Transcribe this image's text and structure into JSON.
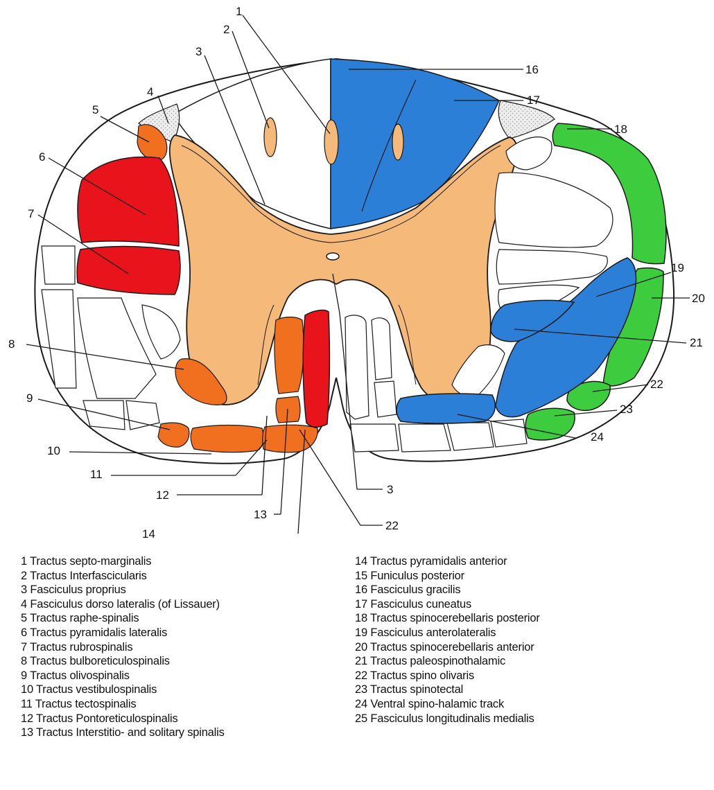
{
  "colors": {
    "gray_matter": "#F5B97A",
    "posterior_column": "#2B7FD6",
    "red_tract": "#E8131B",
    "orange_tract": "#F07020",
    "green_tract": "#3DCC3D",
    "outline": "#1a1a1a"
  },
  "callouts": [
    "1",
    "2",
    "3",
    "4",
    "5",
    "6",
    "7",
    "8",
    "9",
    "10",
    "11",
    "12",
    "13",
    "14",
    "16",
    "17",
    "18",
    "19",
    "20",
    "21",
    "22",
    "23",
    "24",
    "3",
    "22"
  ],
  "legend": {
    "left": [
      "1 Tractus septo-marginalis",
      "2 Tractus Interfascicularis",
      "3 Fasciculus proprius",
      "4 Fasciculus dorso lateralis (of Lissauer)",
      "5 Tractus raphe-spinalis",
      "6 Tractus pyramidalis lateralis",
      "7 Tractus rubrospinalis",
      "8 Tractus bulboreticulospinalis",
      "9 Tractus olivospinalis",
      "10 Tractus vestibulospinalis",
      "11 Tractus tectospinalis",
      "12 Tractus Pontoreticulospinalis",
      "13 Tractus Interstitio- and solitary spinalis"
    ],
    "right": [
      "14 Tractus pyramidalis anterior",
      "15 Funiculus posterior",
      "16 Fasciculus gracilis",
      "17 Fasciculus cuneatus",
      "18 Tractus spinocerebellaris posterior",
      "19 Fasciculus anterolateralis",
      "20 Tractus spinocerebellaris anterior",
      "21 Tractus paleospinothalamic",
      "22 Tractus spino olivaris",
      "23  Tractus spinotectal",
      "24 Ventral spino-halamic track",
      "25 Fasciculus longitudinalis medialis"
    ]
  }
}
